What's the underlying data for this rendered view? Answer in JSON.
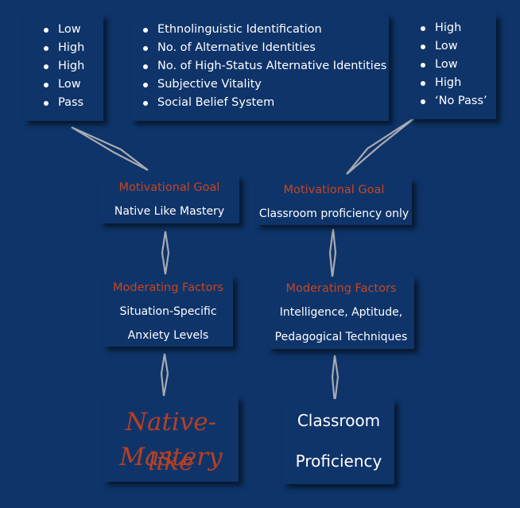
{
  "left_column_values": [
    "Low",
    "High",
    "High",
    "Low",
    "Pass"
  ],
  "factors": [
    "Ethnolinguistic Identification",
    "No. of Alternative Identities",
    "No. of High-Status Alternative Identities",
    "Subjective Vitality",
    "Social Belief System"
  ],
  "right_column_values": [
    "High",
    "Low",
    "Low",
    "High",
    "‘No Pass’"
  ],
  "left_path": {
    "goal_title": "Motivational Goal",
    "goal": "Native Like Mastery",
    "moderating_title": "Moderating Factors",
    "moderating_line1": "Situation-Specific",
    "moderating_line2": "Anxiety Levels",
    "outcome_line1": "Native-like",
    "outcome_line2": "Mastery"
  },
  "right_path": {
    "goal_title": "Motivational Goal",
    "goal": "Classroom proficiency only",
    "moderating_title": "Moderating Factors",
    "moderating_line1": "Intelligence, Aptitude,",
    "moderating_line2": "Pedagogical Techniques",
    "outcome_line1": "Classroom",
    "outcome_line2": "Proficiency"
  },
  "colors": {
    "background": "#0e3469",
    "box": "#0f346a",
    "title_orange": "#c8461f",
    "outcome_red": "#b84020",
    "connector": "#a7aab1"
  }
}
